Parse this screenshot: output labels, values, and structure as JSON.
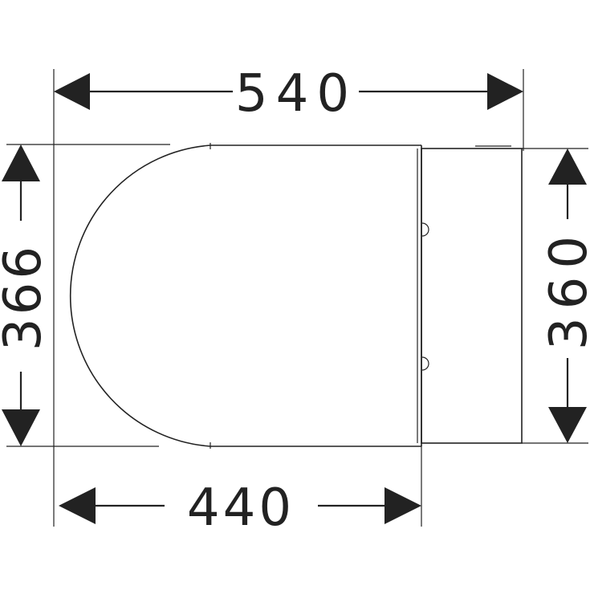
{
  "dimensions": {
    "overall_length": "540",
    "seat_length": "440",
    "seat_width": "366",
    "rear_width": "360"
  },
  "colors": {
    "line": "#222222",
    "background": "#ffffff"
  }
}
